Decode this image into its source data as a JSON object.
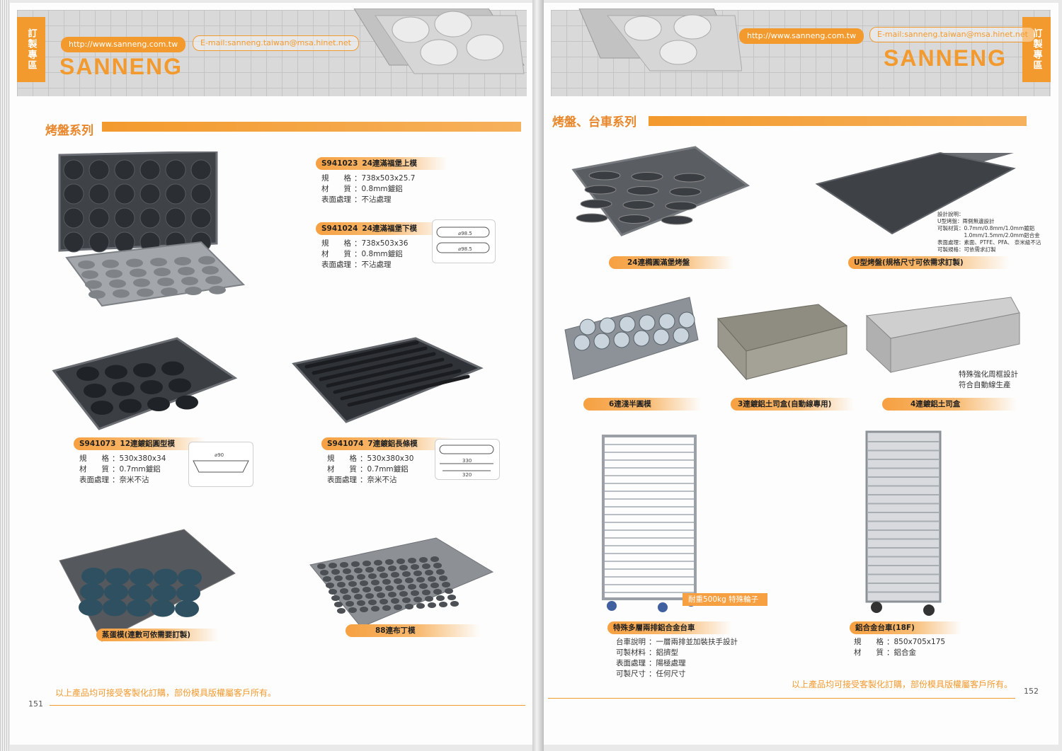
{
  "header": {
    "tab_label": "訂製專區",
    "url": "http://www.sanneng.com.tw",
    "email": "E-mail:sanneng.taiwan@msa.hinet.net",
    "brand": "SANNENG"
  },
  "left": {
    "section_title": "烤盤系列",
    "products": [
      {
        "code": "S941023",
        "name": "24連滿福堡上模",
        "specs": [
          {
            "k": "規　　格",
            "v": "738x503x25.7"
          },
          {
            "k": "材　　質",
            "v": "0.8mm鍍鋁"
          },
          {
            "k": "表面處理",
            "v": "不沾處理"
          }
        ]
      },
      {
        "code": "S941024",
        "name": "24連滿福堡下模",
        "specs": [
          {
            "k": "規　　格",
            "v": "738x503x36"
          },
          {
            "k": "材　　質",
            "v": "0.8mm鍍鋁"
          },
          {
            "k": "表面處理",
            "v": "不沾處理"
          }
        ]
      },
      {
        "code": "S941073",
        "name": "12連鍍鋁圓型模",
        "specs": [
          {
            "k": "規　　格",
            "v": "530x380x34"
          },
          {
            "k": "材　　質",
            "v": "0.7mm鍍鋁"
          },
          {
            "k": "表面處理",
            "v": "奈米不沾"
          }
        ]
      },
      {
        "code": "S941074",
        "name": "7連鍍鋁長條模",
        "specs": [
          {
            "k": "規　　格",
            "v": "530x380x30"
          },
          {
            "k": "材　　質",
            "v": "0.7mm鍍鋁"
          },
          {
            "k": "表面處理",
            "v": "奈米不沾"
          }
        ]
      }
    ],
    "diagram_s941024": {
      "d1": "⌀98.5",
      "d2": "⌀98.5"
    },
    "diagram_s941073": {
      "d1": "⌀90"
    },
    "diagram_s941074": {
      "d1": "330",
      "d2": "320"
    },
    "label_steam": "蒸蛋模(連數可依需要訂製)",
    "label_pudding": "88連布丁模",
    "footer_note": "以上產品均可接受客製化訂購，部份模具版權屬客戶所有。",
    "page_number": "151"
  },
  "right": {
    "section_title": "烤盤、台車系列",
    "label_24": "24連橢圓滿堡烤盤",
    "label_u": "U型烤盤(規格尺寸可依需求訂製)",
    "u_design_notes": [
      "設計說明：",
      "U型烤盤：兩側無邊設計",
      "可製材質：0.7mm/0.8mm/1.0mm鍍鋁",
      "　　　　　1.0mm/1.5mm/2.0mm鋁合金",
      "表面處理：素面、PTFE、PFA、 奈米級不沾",
      "可製規格：可依需求訂製"
    ],
    "label_6": "6連淺半圓模",
    "label_3": "3連鍍鋁土司盒(自動線專用)",
    "label_4": "4連鍍鋁土司盒",
    "frame_notes": [
      "特殊強化周框設計",
      "符合自動線生產"
    ],
    "wheel_note": "耐重500kg 特殊輪子",
    "label_rack": "特殊多層兩排鋁合金台車",
    "rack_specs": [
      {
        "k": "台車說明",
        "v": "一層兩排並加裝扶手設計"
      },
      {
        "k": "可製材料",
        "v": "鋁擠型"
      },
      {
        "k": "表面處理",
        "v": "陽極處理"
      },
      {
        "k": "可製尺寸",
        "v": "任何尺寸"
      }
    ],
    "label_cart": "鋁合金台車(18F)",
    "cart_specs": [
      {
        "k": "規　　格",
        "v": "850x705x175"
      },
      {
        "k": "材　　質",
        "v": "鋁合金"
      }
    ],
    "footer_note": "以上產品均可接受客製化訂購，部份模具版權屬客戶所有。",
    "page_number": "152"
  }
}
